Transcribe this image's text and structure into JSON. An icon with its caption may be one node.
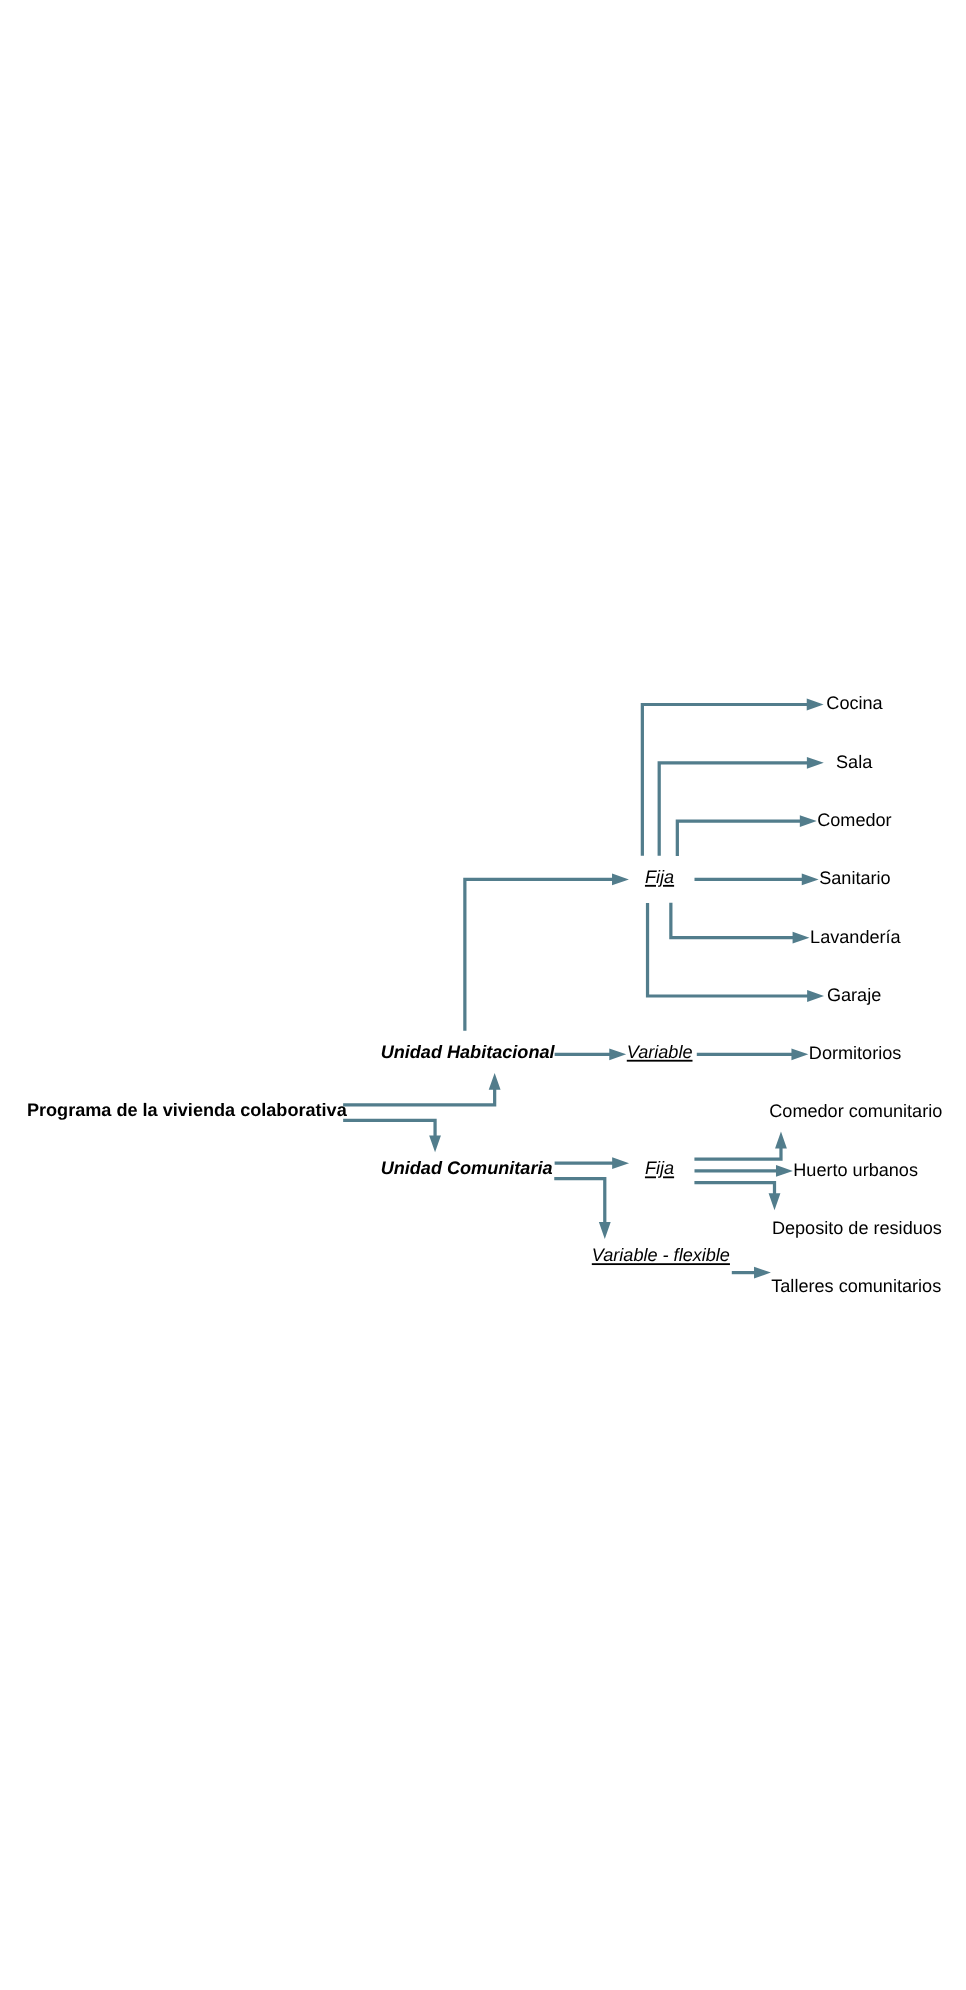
{
  "diagram": {
    "nodes": [
      {
        "text": [
          "Programa de la vivienda colaborativa"
        ]
      },
      {
        "text": [
          "Unidad Habitacional"
        ]
      },
      {
        "text": [
          "Fija"
        ]
      },
      {
        "text": [
          "Cocina"
        ]
      },
      {
        "text": [
          "Sala"
        ]
      },
      {
        "text": [
          "Comedor"
        ]
      },
      {
        "text": [
          "Sanitario"
        ]
      },
      {
        "text": [
          "Lavandería"
        ]
      },
      {
        "text": [
          "Garaje"
        ]
      },
      {
        "text": [
          "Variable"
        ]
      },
      {
        "text": [
          "Dormitorios"
        ]
      },
      {
        "text": [
          "Unidad Comunitaria"
        ]
      },
      {
        "text": [
          "Fija"
        ]
      },
      {
        "text": [
          "Comedor comunitario"
        ]
      },
      {
        "text": [
          "Huerto urbanos"
        ]
      },
      {
        "text": [
          "Deposito de residuos"
        ]
      },
      {
        "text": [
          "Variable - flexible"
        ]
      },
      {
        "text": [
          "Talleres comunitarios"
        ]
      }
    ],
    "edges": [
      {
        "from": 0,
        "to": 1,
        "arrow": "to"
      },
      {
        "from": 1,
        "to": 2,
        "arrow": "to"
      },
      {
        "from": 2,
        "to": 3,
        "arrow": "to"
      },
      {
        "from": 2,
        "to": 4,
        "arrow": "to"
      },
      {
        "from": 2,
        "to": 5,
        "arrow": "to"
      },
      {
        "from": 2,
        "to": 6,
        "arrow": "to"
      },
      {
        "from": 2,
        "to": 7,
        "arrow": "to"
      },
      {
        "from": 2,
        "to": 8,
        "arrow": "to"
      },
      {
        "from": 1,
        "to": 9,
        "arrow": "to"
      },
      {
        "from": 9,
        "to": 10,
        "arrow": "to"
      },
      {
        "from": 0,
        "to": 11,
        "arrow": "to"
      },
      {
        "from": 11,
        "to": 12,
        "arrow": "to"
      },
      {
        "from": 12,
        "to": 13,
        "arrow": "to"
      },
      {
        "from": 12,
        "to": 14,
        "arrow": "to"
      },
      {
        "from": 12,
        "to": 15,
        "arrow": "to"
      },
      {
        "from": 11,
        "to": 16,
        "arrow": "to"
      },
      {
        "from": 16,
        "to": 17,
        "arrow": "to"
      }
    ]
  }
}
